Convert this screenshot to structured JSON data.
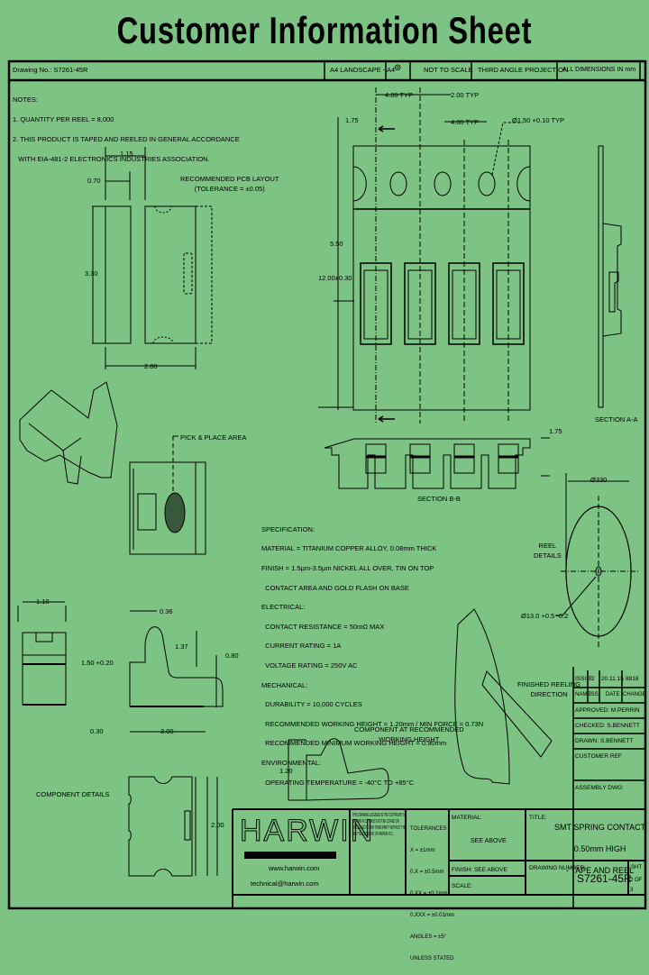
{
  "header": {
    "title": "Customer Information Sheet",
    "drawing_no_label": "Drawing No.:",
    "drawing_no": "S7261-45R",
    "sheet_size": "A4 LANDSCAPE - A4",
    "projection_symbol": "⊚",
    "scale": "NOT TO SCALE",
    "projection": "THIRD ANGLE PROJECTION",
    "units": "ALL DIMENSIONS IN mm"
  },
  "notes": {
    "heading": "NOTES:",
    "items": [
      "1. QUANTITY PER REEL = 8,000",
      "2. THIS PRODUCT IS TAPED AND REELED IN GENERAL ACCORDANCE",
      "   WITH EIA-481-2 ELECTRONICS INDUSTRIES ASSOCIATION."
    ]
  },
  "pcb_layout": {
    "label_line1": "RECOMMENDED PCB LAYOUT",
    "label_line2": "(TOLERANCE = ±0.05)",
    "dim_top": "1.15",
    "dim_pad": "0.70",
    "dim_height": "3.30",
    "dim_width": "2.80"
  },
  "tape": {
    "pitch": "4.00 TYP",
    "hole_pitch": "2.00 TYP",
    "hole_pitch2": "4.00 TYP",
    "hole_dia": "Ø1.50 +0.10 TYP",
    "edge": "1.75",
    "pocket_offset": "5.50",
    "tape_width": "12.00±0.30",
    "section_aa": "SECTION A-A",
    "section_bb": "SECTION B-B",
    "depth": "1.75",
    "label_a": "A",
    "label_b": "B"
  },
  "pick_place": {
    "label": "PICK & PLACE AREA"
  },
  "specification": {
    "heading": "SPECIFICATION:",
    "lines": [
      "MATERIAL = TITANIUM COPPER ALLOY, 0.08mm THICK",
      "FINISH = 1.5μm-3.5μm NICKEL ALL OVER, TIN ON TOP",
      "  CONTACT AREA AND GOLD FLASH ON BASE",
      "ELECTRICAL:",
      "  CONTACT RESISTANCE = 50mΩ MAX",
      "  CURRENT RATING = 1A",
      "  VOLTAGE RATING = 250V AC",
      "MECHANICAL:",
      "  DURABILITY = 10,000 CYCLES",
      "  RECOMMENDED WORKING HEIGHT = 1.20mm / MIN FORCE = 0.73N",
      "  RECOMMENDED MINIMUM WORKING HEIGHT = 0.90mm",
      "ENVIRONMENTAL:",
      "  OPERATING TEMPERATURE = -40°C TO +85°C"
    ]
  },
  "reel": {
    "diameter": "Ø330",
    "label_line1": "REEL",
    "label_line2": "DETAILS",
    "hub": "Ø13.0 +0.5 -0.2"
  },
  "feed": {
    "label_line1": "FINISHED REELING",
    "label_line2": "DIRECTION"
  },
  "component": {
    "label": "COMPONENT DETAILS",
    "dim_width": "1.10",
    "dim_tip": "0.36",
    "dim_height": "1.50 +0.20",
    "dim_slot": "1.37",
    "dim_body": "0.80",
    "dim_offset": "0.30",
    "dim_length": "3.00",
    "dim_side": "2.00",
    "working_label_line1": "COMPONENT AT RECOMMENDED",
    "working_label_line2": "WORKING HEIGHT",
    "working_height": "1.20"
  },
  "revision": {
    "headers": [
      "ISSUE",
      "2",
      "20.11.15",
      "8818"
    ],
    "cols": [
      "NAME",
      "ISS.",
      "DATE",
      "CHANGE"
    ],
    "approved_label": "APPROVED:",
    "approved": "M.PERRIN",
    "checked_label": "CHECKED:",
    "checked": "S.BENNETT",
    "drawn_label": "DRAWN:",
    "drawn": "S.BENNETT",
    "customer_ref_label": "CUSTOMER REF",
    "assembly_dwg_label": "ASSEMBLY DWG:"
  },
  "title_block": {
    "brand": "HARWIN",
    "website": "www.harwin.com",
    "email": "technical@harwin.com",
    "copyright": "THIS DRAWING & DESIGN IS THE COPYRIGHT OF HARWIN PLC. IT MUST NOT BE COPIED OR DISCLOSED TO ANY THIRD PARTY WITHOUT THE WRITTEN CONSENT OF HARWIN PLC.",
    "tolerances_label": "TOLERANCES",
    "tolerances": [
      "X = ±1mm",
      "0.X = ±0.5mm",
      "0.XX = ±0.1mm",
      "0.XXX = ±0.01mm",
      "ANGLES = ±5°",
      "UNLESS STATED"
    ],
    "material_label": "MATERIAL:",
    "material": "SEE ABOVE",
    "finish_label": "FINISH:",
    "finish": "SEE ABOVE",
    "scale_label": "SCALE:",
    "title_label": "TITLE:",
    "title_lines": [
      "SMT SPRING CONTACT",
      "0.50mm HIGH",
      "- TAPE AND REEL"
    ],
    "drawing_number_label": "DRAWING NUMBER:",
    "drawing_number": "S7261-45R",
    "sheet_label": "SHT",
    "sheet": "2 OF 3"
  }
}
